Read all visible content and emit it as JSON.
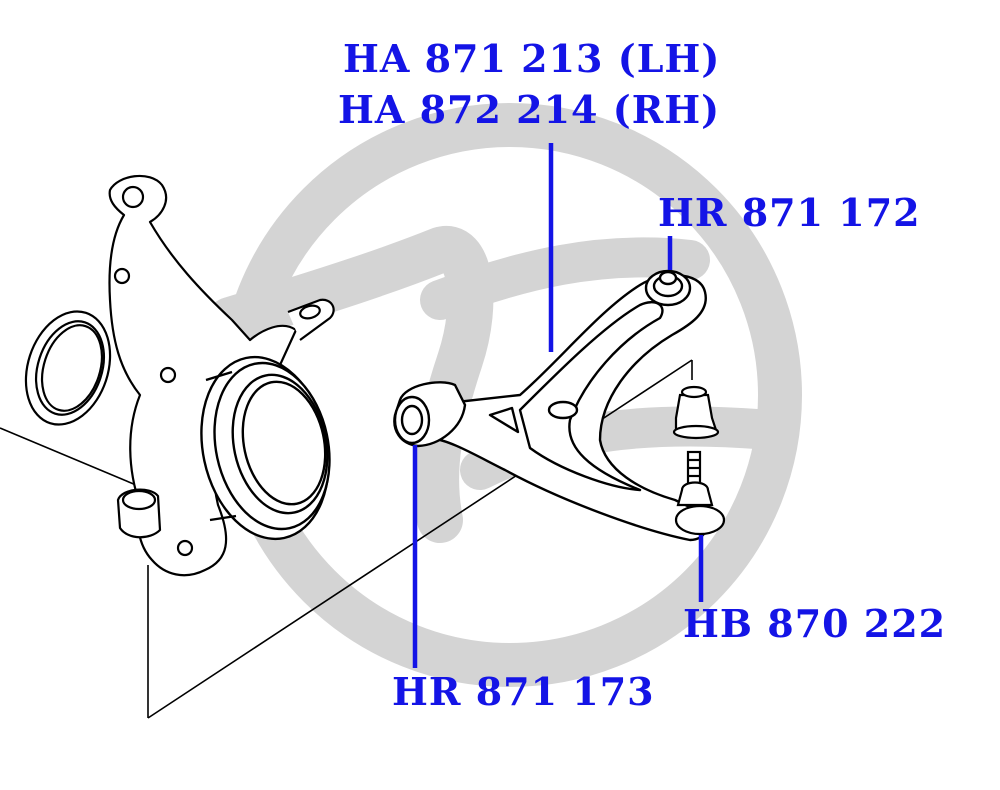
{
  "colors": {
    "label": "#1414e6",
    "leader": "#1414e6",
    "line_art": "#000000",
    "watermark": "#d4d4d4",
    "background": "#ffffff"
  },
  "labels": {
    "control_arm_lh": "HA 871 213 (LH)",
    "control_arm_rh": "HA 872 214 (RH)",
    "rear_bushing": "HR 871 172",
    "ball_joint": "HB 870 222",
    "front_bushing": "HR 871 173"
  },
  "watermark": {
    "icon": "company-logo-watermark"
  }
}
